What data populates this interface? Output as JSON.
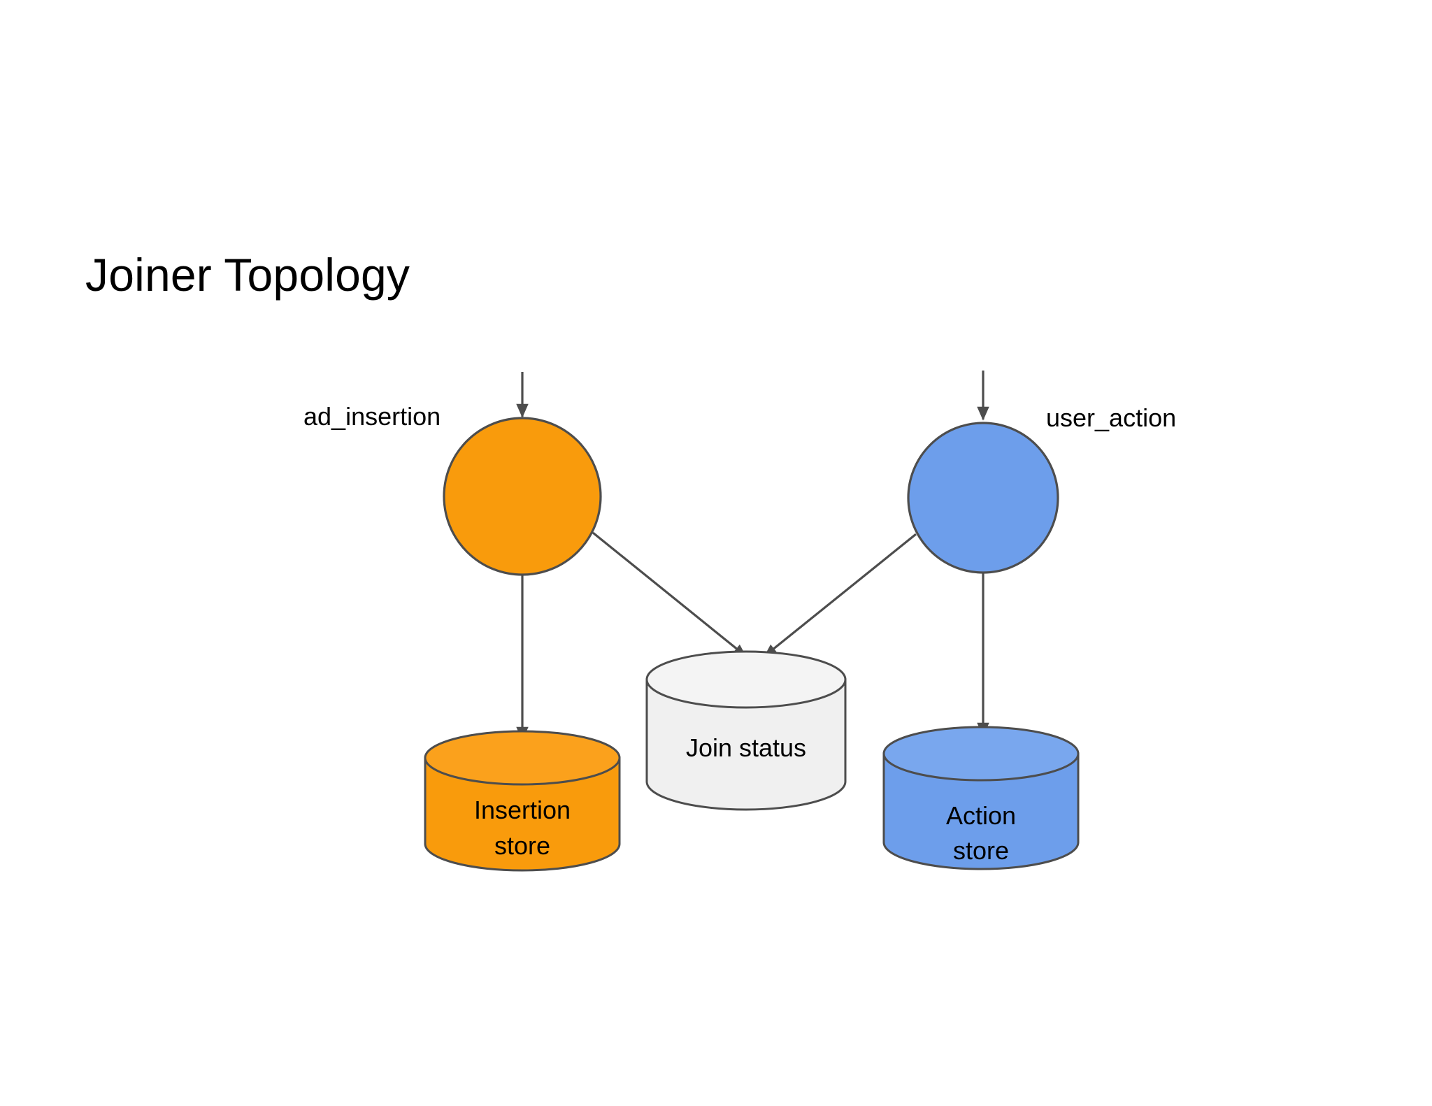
{
  "slide": {
    "title": "Joiner Topology",
    "background_color": "#ffffff"
  },
  "palette": {
    "orange": "#F99B0C",
    "orange_top": "#FBA11C",
    "blue": "#6D9EEB",
    "blue_top": "#79A7EE",
    "gray": "#F0F0F0",
    "gray_top": "#F4F4F4",
    "stroke": "#4D4D4D",
    "text": "#000000"
  },
  "diagram": {
    "type": "topology",
    "stream_labels": [
      {
        "id": "ad_insertion",
        "text": "ad_insertion",
        "side": "left"
      },
      {
        "id": "user_action",
        "text": "user_action",
        "side": "right"
      }
    ],
    "processors": [
      {
        "id": "insertion-processor",
        "shape": "circle",
        "color": "#F99B0C",
        "label": ""
      },
      {
        "id": "action-processor",
        "shape": "circle",
        "color": "#6D9EEB",
        "label": ""
      }
    ],
    "stores": [
      {
        "id": "insertion-store",
        "shape": "cylinder",
        "color": "#F99B0C",
        "label_line1": "Insertion",
        "label_line2": "store"
      },
      {
        "id": "join-status-store",
        "shape": "cylinder",
        "color": "#F0F0F0",
        "label_line1": "Join status",
        "label_line2": ""
      },
      {
        "id": "action-store",
        "shape": "cylinder",
        "color": "#6D9EEB",
        "label_line1": "Action",
        "label_line2": "store"
      }
    ],
    "edges": [
      {
        "from": "ad_insertion",
        "to": "insertion-processor",
        "kind": "input-arrow"
      },
      {
        "from": "user_action",
        "to": "action-processor",
        "kind": "input-arrow"
      },
      {
        "from": "insertion-processor",
        "to": "insertion-store",
        "kind": "arrow"
      },
      {
        "from": "insertion-processor",
        "to": "join-status-store",
        "kind": "arrow"
      },
      {
        "from": "action-processor",
        "to": "action-store",
        "kind": "arrow"
      },
      {
        "from": "action-processor",
        "to": "join-status-store",
        "kind": "arrow"
      }
    ]
  }
}
